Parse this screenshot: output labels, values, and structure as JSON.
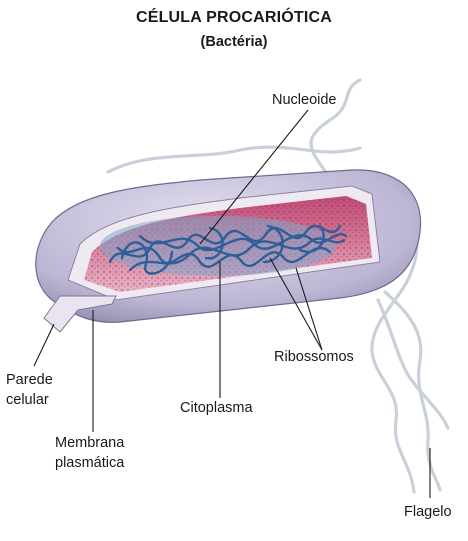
{
  "header": {
    "title": "CÉLULA PROCARIÓTICA",
    "subtitle": "(Bactéria)"
  },
  "labels": {
    "nucleoide": "Nucleoide",
    "ribossomos": "Ribossomos",
    "citoplasma": "Citoplasma",
    "parede_line1": "Parede",
    "parede_line2": "celular",
    "membrana_line1": "Membrana",
    "membrana_line2": "plasmática",
    "flagelo": "Flagelo"
  },
  "colors": {
    "cell_wall": "#c9c4dc",
    "cell_wall_shadow": "#9c96b8",
    "cytoplasm": "#c24e78",
    "cytoplasm_light": "#e7a7bd",
    "nucleoid": "#2e5e97",
    "flagellum": "#d6dde6"
  }
}
